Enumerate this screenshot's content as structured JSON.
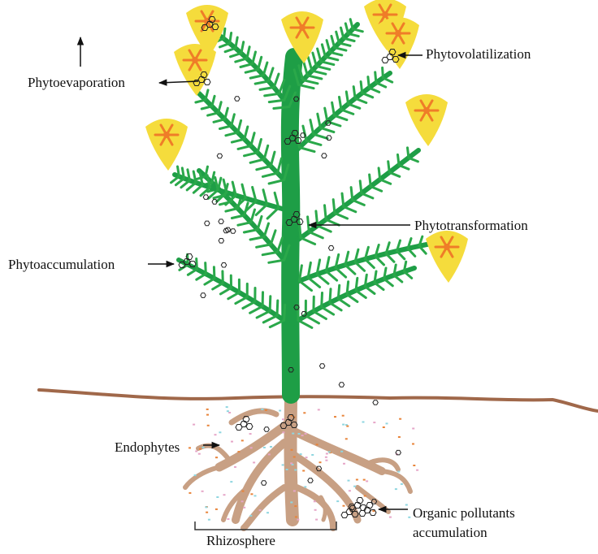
{
  "labels": {
    "phytoevaporation": "Phytoevaporation",
    "phytovolatilization": "Phytovolatilization",
    "phytotransformation": "Phytotransformation",
    "phytoaccumulation": "Phytoaccumulation",
    "endophytes": "Endophytes",
    "organic_pollutants_line1": "Organic pollutants",
    "organic_pollutants_line2": "accumulation",
    "rhizosphere": "Rhizosphere"
  },
  "colors": {
    "stem": "#1e9e46",
    "leaf": "#2aa84a",
    "flower": "#f5dc3c",
    "flower_center": "#ef7d28",
    "soil_line": "#a0684a",
    "root": "#c8a084",
    "particle_orange": "#e8843a",
    "particle_pink": "#e6a6c8",
    "particle_cyan": "#8fd6e0",
    "arrow": "#111111"
  }
}
